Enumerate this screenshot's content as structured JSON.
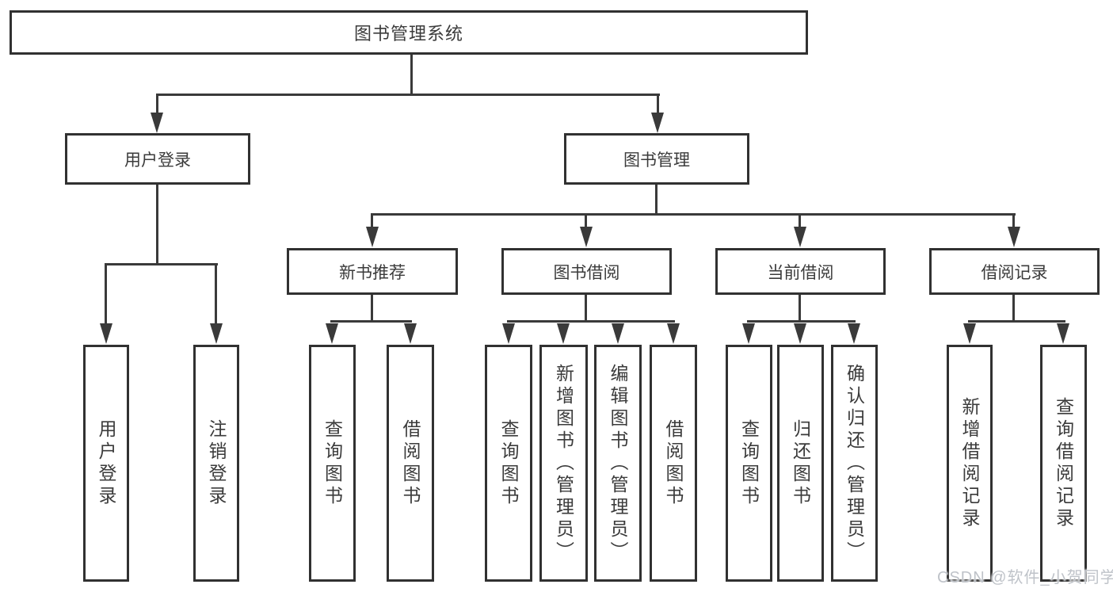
{
  "diagram": {
    "title": "图书管理系统",
    "nodes": {
      "root": {
        "label": "图书管理系统"
      },
      "user_login": {
        "label": "用户登录"
      },
      "book_management": {
        "label": "图书管理"
      },
      "new_book_recommend": {
        "label": "新书推荐"
      },
      "book_borrowing": {
        "label": "图书借阅"
      },
      "current_borrowing": {
        "label": "当前借阅"
      },
      "borrow_records": {
        "label": "借阅记录"
      },
      "login": {
        "label": "用户登录"
      },
      "logout": {
        "label": "注销登录"
      },
      "rec_query_book": {
        "label": "查询图书"
      },
      "rec_borrow_book": {
        "label": "借阅图书"
      },
      "bb_query_book": {
        "label": "查询图书"
      },
      "bb_add_book": {
        "label": "新增图书（管理员）"
      },
      "bb_edit_book": {
        "label": "编辑图书（管理员）"
      },
      "bb_borrow_book": {
        "label": "借阅图书"
      },
      "cb_query_book": {
        "label": "查询图书"
      },
      "cb_return_book": {
        "label": "归还图书"
      },
      "cb_confirm_return": {
        "label": "确认归还（管理员）"
      },
      "br_add_record": {
        "label": "新增借阅记录"
      },
      "br_query_record": {
        "label": "查询借阅记录"
      }
    },
    "edges": [
      [
        "图书管理系统",
        "用户登录"
      ],
      [
        "图书管理系统",
        "图书管理"
      ],
      [
        "用户登录",
        "用户登录"
      ],
      [
        "用户登录",
        "注销登录"
      ],
      [
        "图书管理",
        "新书推荐"
      ],
      [
        "图书管理",
        "图书借阅"
      ],
      [
        "图书管理",
        "当前借阅"
      ],
      [
        "图书管理",
        "借阅记录"
      ],
      [
        "新书推荐",
        "查询图书"
      ],
      [
        "新书推荐",
        "借阅图书"
      ],
      [
        "图书借阅",
        "查询图书"
      ],
      [
        "图书借阅",
        "新增图书（管理员）"
      ],
      [
        "图书借阅",
        "编辑图书（管理员）"
      ],
      [
        "图书借阅",
        "借阅图书"
      ],
      [
        "当前借阅",
        "查询图书"
      ],
      [
        "当前借阅",
        "归还图书"
      ],
      [
        "当前借阅",
        "确认归还（管理员）"
      ],
      [
        "借阅记录",
        "新增借阅记录"
      ],
      [
        "借阅记录",
        "查询借阅记录"
      ]
    ],
    "watermark": "CSDN @软件_小贺同学",
    "colors": {
      "line": "#3a3a3a",
      "box_border": "#313131",
      "text": "#3b3b3b",
      "watermark": "#bfc3c9",
      "background": "#ffffff"
    }
  }
}
